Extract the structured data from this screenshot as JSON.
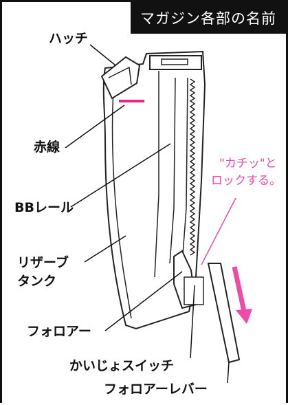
{
  "title": "マガジン各部の名前",
  "labels": {
    "hatch": "ハッチ",
    "red_line": "赤線",
    "bb_rail": "BBレール",
    "reservoir_line1": "リザーブ",
    "reservoir_line2": "タンク",
    "follower": "フォロアー",
    "release_switch": "かいじょスイッチ",
    "follower_lever": "フォロアーレバー"
  },
  "annotation": {
    "line1": "\"カチッ\"と",
    "line2": "ロックする。"
  },
  "colors": {
    "accent_pink": "#ef4aa7",
    "red_line": "#e8238f",
    "ink": "#111111",
    "title_bg": "#111111"
  }
}
